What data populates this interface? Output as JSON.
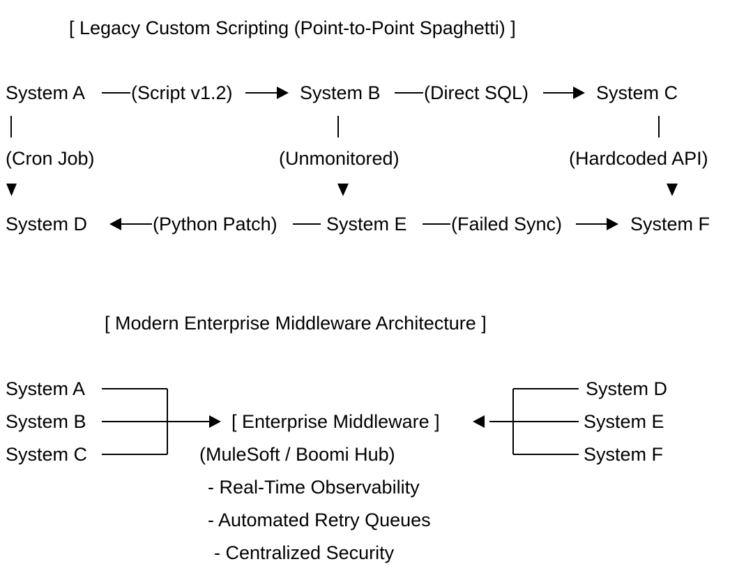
{
  "legacy": {
    "title": "[ Legacy Custom Scripting (Point-to-Point Spaghetti) ]",
    "systems": {
      "a": "System A",
      "b": "System B",
      "c": "System C",
      "d": "System D",
      "e": "System E",
      "f": "System F"
    },
    "edges": {
      "a_b": "(Script v1.2)",
      "b_c": "(Direct SQL)",
      "a_d": "(Cron Job)",
      "b_e": "(Unmonitored)",
      "c_f": "(Hardcoded API)",
      "e_d": "(Python Patch)",
      "e_f": "(Failed Sync)"
    }
  },
  "modern": {
    "title": "[ Modern Enterprise Middleware Architecture ]",
    "left_systems": [
      "System A",
      "System B",
      "System C"
    ],
    "right_systems": [
      "System D",
      "System E",
      "System F"
    ],
    "hub": {
      "label": "[ Enterprise Middleware ]",
      "subtitle": "(MuleSoft / Boomi Hub)",
      "features": [
        "- Real-Time Observability",
        "- Automated Retry Queues",
        "- Centralized Security"
      ]
    }
  }
}
